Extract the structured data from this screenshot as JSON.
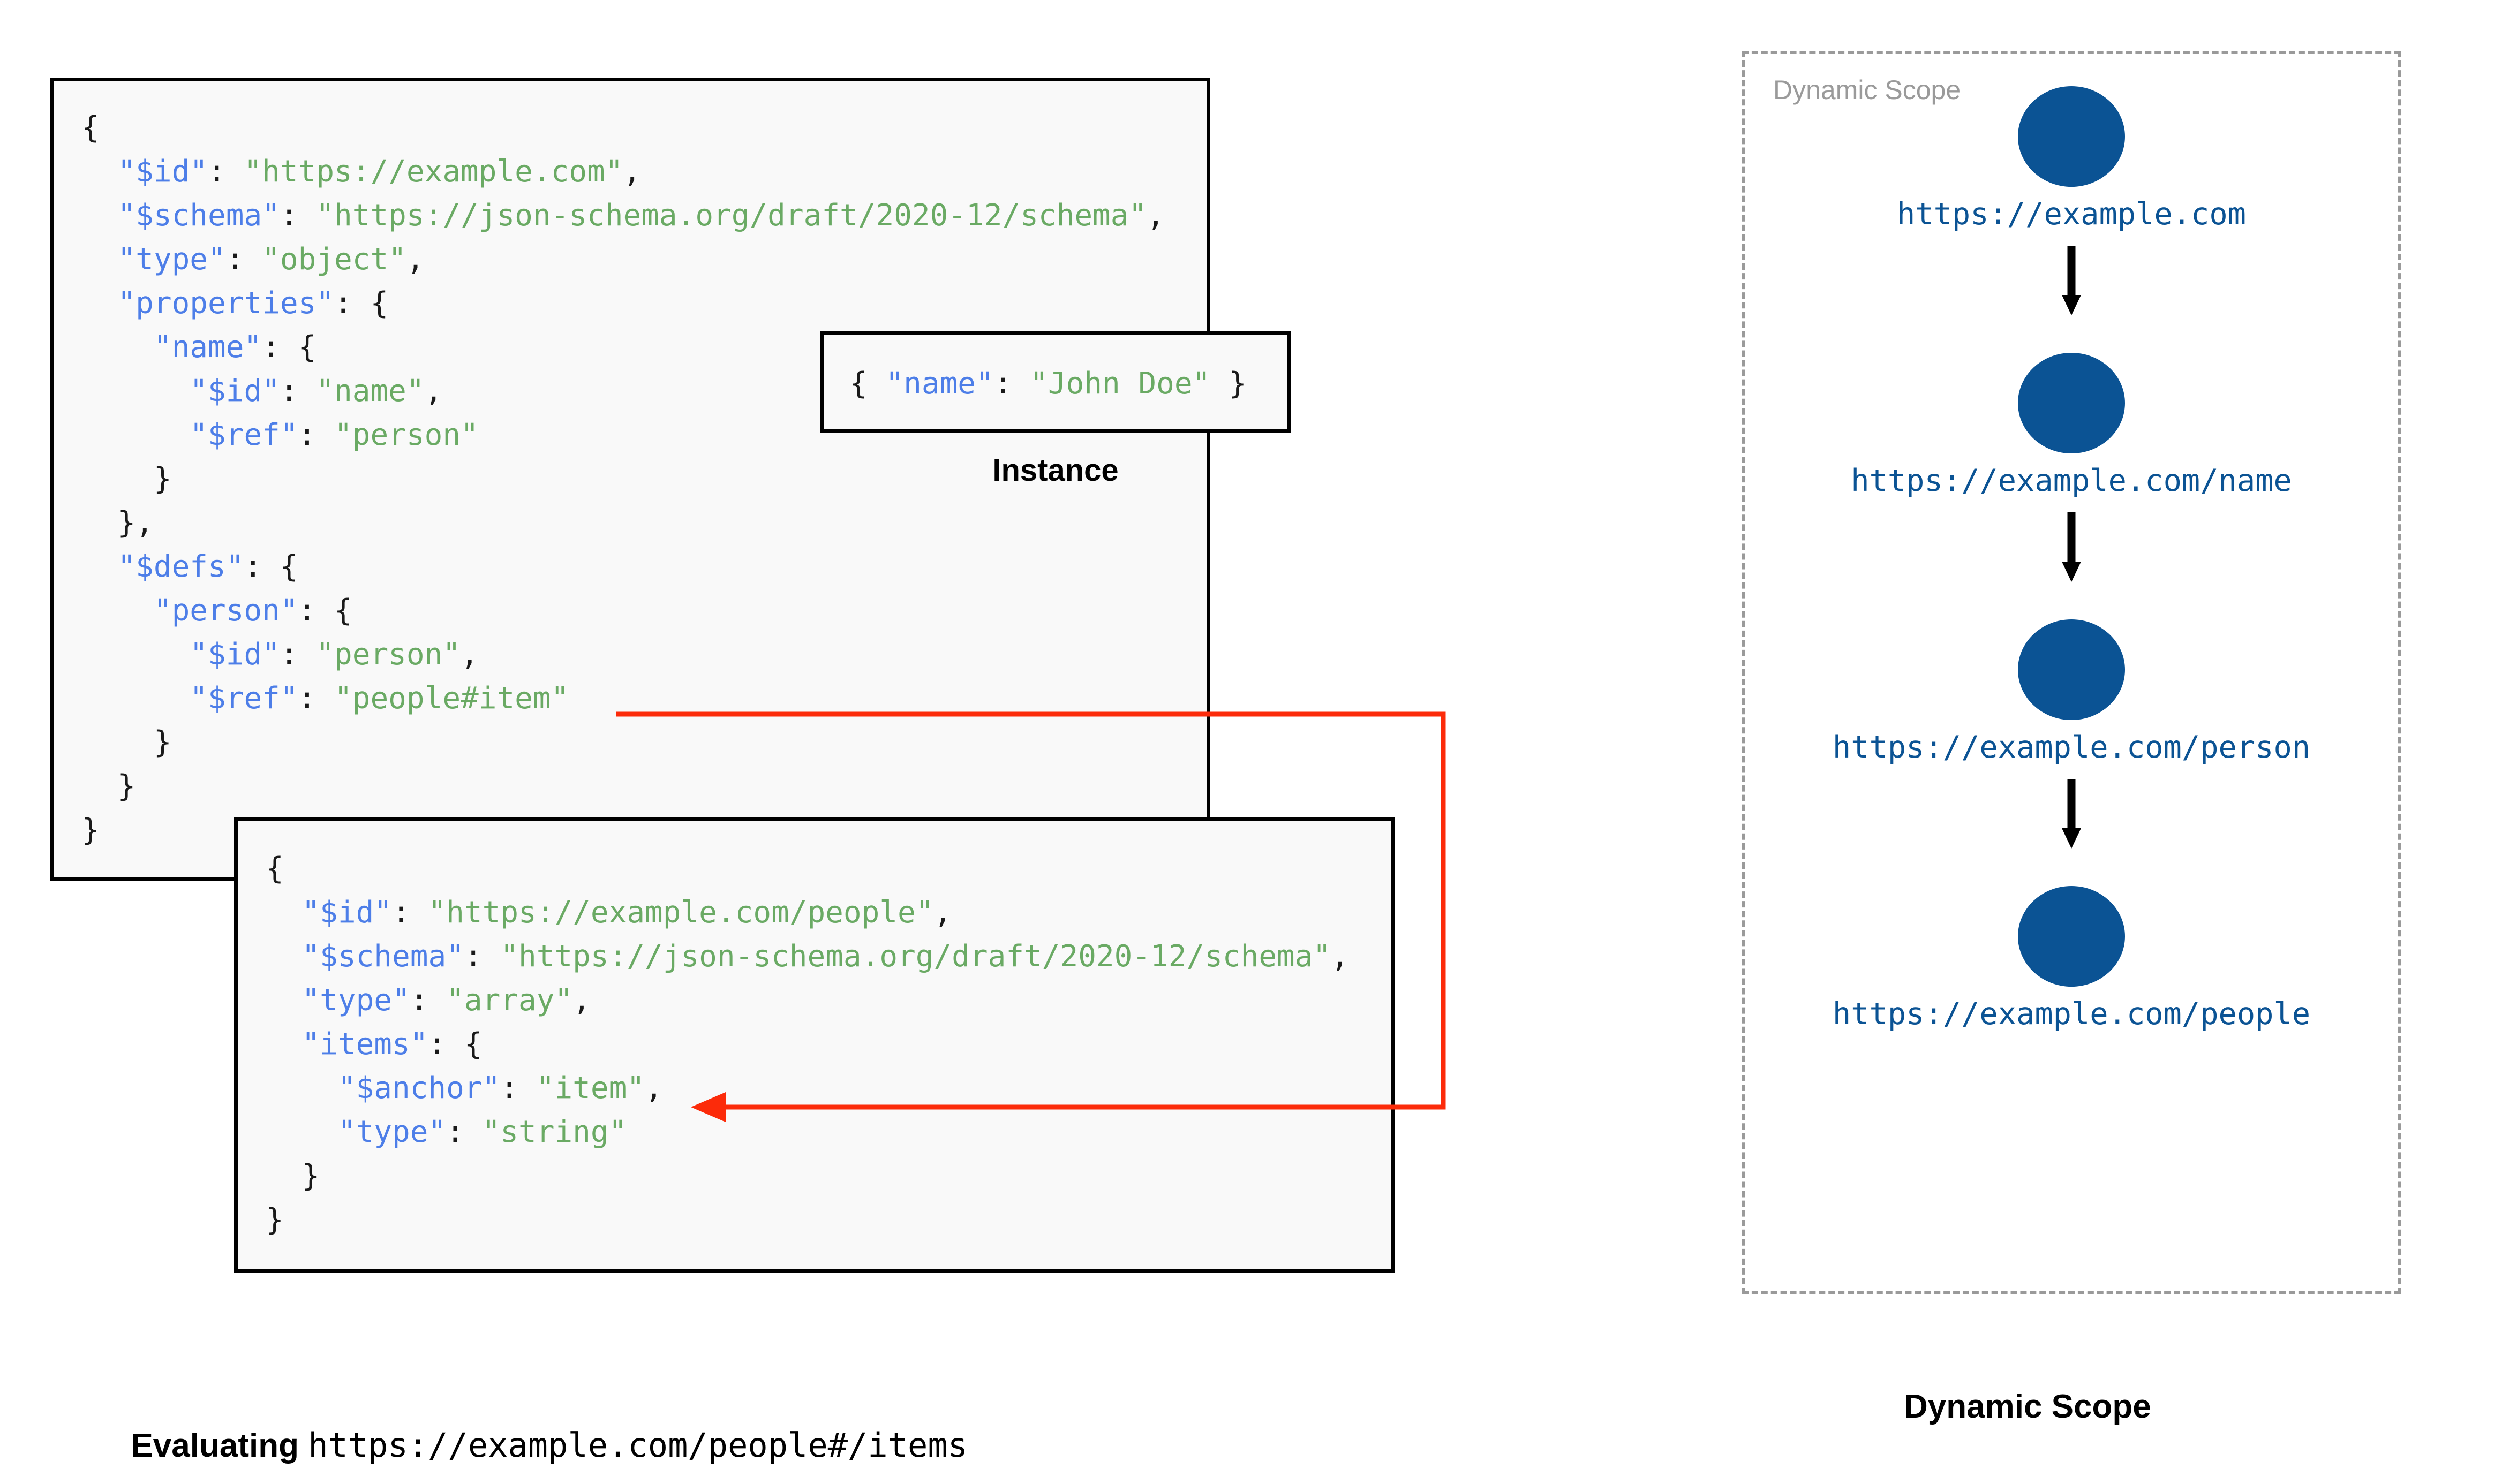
{
  "colors": {
    "json_key": "#4d7ee8",
    "json_string": "#6aaa64",
    "node_blue": "#0b5394",
    "arrow_red": "#fc2b0a",
    "box_border": "#000000",
    "box_fill": "#f9f9f9",
    "scope_dash": "#9a9a9a"
  },
  "schema_root": {
    "lines": [
      {
        "indent": 0,
        "tokens": [
          {
            "t": "{",
            "c": "p"
          }
        ]
      },
      {
        "indent": 1,
        "tokens": [
          {
            "t": "\"$id\"",
            "c": "k"
          },
          {
            "t": ": ",
            "c": "p"
          },
          {
            "t": "\"https://example.com\"",
            "c": "s"
          },
          {
            "t": ",",
            "c": "p"
          }
        ]
      },
      {
        "indent": 1,
        "tokens": [
          {
            "t": "\"$schema\"",
            "c": "k"
          },
          {
            "t": ": ",
            "c": "p"
          },
          {
            "t": "\"https://json-schema.org/draft/2020-12/schema\"",
            "c": "s"
          },
          {
            "t": ",",
            "c": "p"
          }
        ]
      },
      {
        "indent": 1,
        "tokens": [
          {
            "t": "\"type\"",
            "c": "k"
          },
          {
            "t": ": ",
            "c": "p"
          },
          {
            "t": "\"object\"",
            "c": "s"
          },
          {
            "t": ",",
            "c": "p"
          }
        ]
      },
      {
        "indent": 1,
        "tokens": [
          {
            "t": "\"properties\"",
            "c": "k"
          },
          {
            "t": ": {",
            "c": "p"
          }
        ]
      },
      {
        "indent": 2,
        "tokens": [
          {
            "t": "\"name\"",
            "c": "k"
          },
          {
            "t": ": {",
            "c": "p"
          }
        ]
      },
      {
        "indent": 3,
        "tokens": [
          {
            "t": "\"$id\"",
            "c": "k"
          },
          {
            "t": ": ",
            "c": "p"
          },
          {
            "t": "\"name\"",
            "c": "s"
          },
          {
            "t": ",",
            "c": "p"
          }
        ]
      },
      {
        "indent": 3,
        "tokens": [
          {
            "t": "\"$ref\"",
            "c": "k"
          },
          {
            "t": ": ",
            "c": "p"
          },
          {
            "t": "\"person\"",
            "c": "s"
          }
        ]
      },
      {
        "indent": 2,
        "tokens": [
          {
            "t": "}",
            "c": "p"
          }
        ]
      },
      {
        "indent": 1,
        "tokens": [
          {
            "t": "},",
            "c": "p"
          }
        ]
      },
      {
        "indent": 1,
        "tokens": [
          {
            "t": "\"$defs\"",
            "c": "k"
          },
          {
            "t": ": {",
            "c": "p"
          }
        ]
      },
      {
        "indent": 2,
        "tokens": [
          {
            "t": "\"person\"",
            "c": "k"
          },
          {
            "t": ": {",
            "c": "p"
          }
        ]
      },
      {
        "indent": 3,
        "tokens": [
          {
            "t": "\"$id\"",
            "c": "k"
          },
          {
            "t": ": ",
            "c": "p"
          },
          {
            "t": "\"person\"",
            "c": "s"
          },
          {
            "t": ",",
            "c": "p"
          }
        ]
      },
      {
        "indent": 3,
        "tokens": [
          {
            "t": "\"$ref\"",
            "c": "k"
          },
          {
            "t": ": ",
            "c": "p"
          },
          {
            "t": "\"people#item\"",
            "c": "s"
          }
        ]
      },
      {
        "indent": 2,
        "tokens": [
          {
            "t": "}",
            "c": "p"
          }
        ]
      },
      {
        "indent": 1,
        "tokens": [
          {
            "t": "}",
            "c": "p"
          }
        ]
      },
      {
        "indent": 0,
        "tokens": [
          {
            "t": "}",
            "c": "p"
          }
        ]
      }
    ]
  },
  "instance": {
    "label": "Instance",
    "lines": [
      {
        "indent": 0,
        "tokens": [
          {
            "t": "{ ",
            "c": "p"
          },
          {
            "t": "\"name\"",
            "c": "k"
          },
          {
            "t": ": ",
            "c": "p"
          },
          {
            "t": "\"John Doe\"",
            "c": "s"
          },
          {
            "t": " }",
            "c": "p"
          }
        ]
      }
    ]
  },
  "people_schema": {
    "lines": [
      {
        "indent": 0,
        "tokens": [
          {
            "t": "{",
            "c": "p"
          }
        ]
      },
      {
        "indent": 1,
        "tokens": [
          {
            "t": "\"$id\"",
            "c": "k"
          },
          {
            "t": ": ",
            "c": "p"
          },
          {
            "t": "\"https://example.com/people\"",
            "c": "s"
          },
          {
            "t": ",",
            "c": "p"
          }
        ]
      },
      {
        "indent": 1,
        "tokens": [
          {
            "t": "\"$schema\"",
            "c": "k"
          },
          {
            "t": ": ",
            "c": "p"
          },
          {
            "t": "\"https://json-schema.org/draft/2020-12/schema\"",
            "c": "s"
          },
          {
            "t": ",",
            "c": "p"
          }
        ]
      },
      {
        "indent": 1,
        "tokens": [
          {
            "t": "\"type\"",
            "c": "k"
          },
          {
            "t": ": ",
            "c": "p"
          },
          {
            "t": "\"array\"",
            "c": "s"
          },
          {
            "t": ",",
            "c": "p"
          }
        ]
      },
      {
        "indent": 1,
        "tokens": [
          {
            "t": "\"items\"",
            "c": "k"
          },
          {
            "t": ": {",
            "c": "p"
          }
        ]
      },
      {
        "indent": 2,
        "tokens": [
          {
            "t": "\"$anchor\"",
            "c": "k"
          },
          {
            "t": ": ",
            "c": "p"
          },
          {
            "t": "\"item\"",
            "c": "s"
          },
          {
            "t": ",",
            "c": "p"
          }
        ]
      },
      {
        "indent": 2,
        "tokens": [
          {
            "t": "\"type\"",
            "c": "k"
          },
          {
            "t": ": ",
            "c": "p"
          },
          {
            "t": "\"string\"",
            "c": "s"
          }
        ]
      },
      {
        "indent": 1,
        "tokens": [
          {
            "t": "}",
            "c": "p"
          }
        ]
      },
      {
        "indent": 0,
        "tokens": [
          {
            "t": "}",
            "c": "p"
          }
        ]
      }
    ]
  },
  "dynamic_scope": {
    "inner_label": "Dynamic Scope",
    "caption": "Dynamic Scope",
    "nodes": [
      {
        "url": "https://example.com"
      },
      {
        "url": "https://example.com/name"
      },
      {
        "url": "https://example.com/person"
      },
      {
        "url": "https://example.com/people"
      }
    ]
  },
  "evaluating_caption": {
    "bold_prefix": "Evaluating ",
    "mono_uri": "https://example.com/people#/items"
  }
}
